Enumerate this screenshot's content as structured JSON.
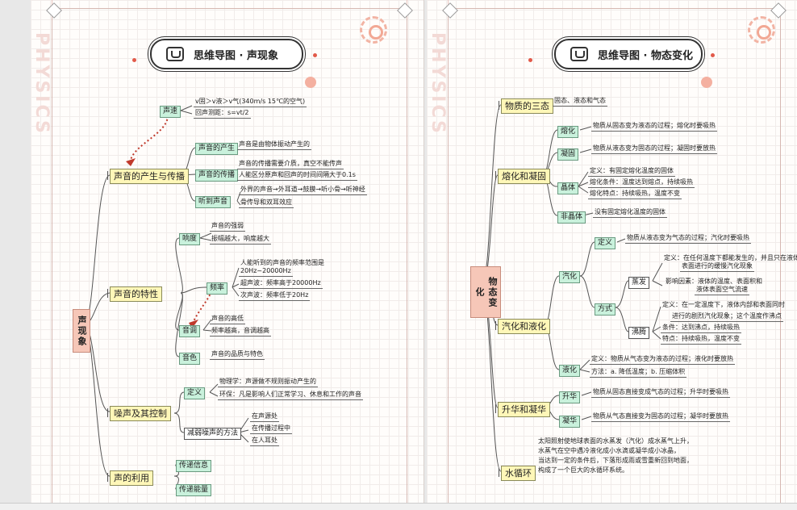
{
  "page1": {
    "watermark": "PHYSICS",
    "title": "思维导图 · 声现象",
    "root": "声现象",
    "branches": {
      "speed": "声速",
      "speed_leaf1": "v固＞v液＞v气(340m/s 15℃的空气)",
      "speed_leaf2": "回声测距：s=vt/2",
      "production_group": "声音的产生与传播",
      "production": "声音的产生",
      "production_leaf": "声音是由物体振动产生的",
      "propagation": "声音的传播",
      "propagation_leaf1": "声音的传播需要介质，真空不能传声",
      "propagation_leaf2": "人能区分原声和回声的时间间隔大于0.1s",
      "hearing": "听到声音",
      "hearing_leaf1": "外界的声音→外耳道→鼓膜→听小骨→听神经",
      "hearing_leaf2": "骨传导和双耳效应",
      "features_group": "声音的特性",
      "loudness": "响度",
      "loudness_leaf1": "声音的强弱",
      "loudness_leaf2": "振幅越大，响度越大",
      "frequency": "频率",
      "frequency_leaf1": "人能听到的声音的频率范围是",
      "frequency_leaf1b": "20Hz~20000Hz",
      "frequency_leaf2": "超声波：频率高于20000Hz",
      "frequency_leaf3": "次声波：频率低于20Hz",
      "pitch": "音调",
      "pitch_leaf1": "声音的高低",
      "pitch_leaf2": "频率越高，音调越高",
      "timbre": "音色",
      "timbre_leaf": "声音的品质与特色",
      "noise_group": "噪声及其控制",
      "definition": "定义",
      "definition_leaf1": "物理学：声源做不规则振动产生的",
      "definition_leaf2": "环保：凡是影响人们正常学习、休息和工作的声音",
      "reduce": "减弱噪声的方法",
      "reduce_leaf1": "在声源处",
      "reduce_leaf2": "在传播过程中",
      "reduce_leaf3": "在人耳处",
      "use_group": "声的利用",
      "use1": "传递信息",
      "use2": "传递能量"
    }
  },
  "page2": {
    "watermark": "PHYSICS",
    "title": "思维导图 · 物态变化",
    "root": "物态变化",
    "three_states": "物质的三态",
    "three_states_leaf": "固态、液态和气态",
    "melt_group": "熔化和凝固",
    "melting": "熔化",
    "melting_leaf": "物质从固态变为液态的过程；熔化时要吸热",
    "solidify": "凝固",
    "solidify_leaf": "物质从液态变为固态的过程；凝固时要放热",
    "crystal": "晶体",
    "crystal_leaf1": "定义：有固定熔化温度的固体",
    "crystal_leaf2": "熔化条件：温度达到熔点，持续吸热",
    "crystal_leaf3": "熔化特点：持续吸热，温度不变",
    "amorphous": "非晶体",
    "amorphous_leaf": "没有固定熔化温度的固体",
    "vapor_group": "汽化和液化",
    "vaporize": "汽化",
    "vaporize_def": "定义",
    "vaporize_def_leaf": "物质从液态变为气态的过程；汽化时要吸热",
    "way": "方式",
    "evaporate": "蒸发",
    "evaporate_leaf1a": "定义：在任何温度下都能发生的，并且只在液体",
    "evaporate_leaf1b": "表面进行的缓慢汽化现象",
    "evaporate_leaf2a": "影响因素：液体的温度、表面积和",
    "evaporate_leaf2b": "液体表面空气流速",
    "boil": "沸腾",
    "boil_leaf1a": "定义：在一定温度下，液体内部和表面同时",
    "boil_leaf1b": "进行的剧烈汽化现象；这个温度作沸点",
    "boil_leaf2": "条件：达到沸点，持续吸热",
    "boil_leaf3": "特点：持续吸热，温度不变",
    "liquefy": "液化",
    "liquefy_leaf1": "定义：物质从气态变为液态的过程；液化时要放热",
    "liquefy_leaf2": "方法：a. 降低温度；b. 压缩体积",
    "sublime_group": "升华和凝华",
    "sublime": "升华",
    "sublime_leaf": "物质从固态直接变成气态的过程；升华时要吸热",
    "deposit": "凝华",
    "deposit_leaf": "物质从气态直接变为固态的过程；凝华时要放热",
    "water_cycle": "水循环",
    "water_cycle_text": [
      "太阳照射使地球表面的水蒸发（汽化）成水蒸气上升，",
      "水蒸气在空中遇冷液化成小水滴或凝华成小冰晶，",
      "当达到一定的条件后，下落形成雨或雪重新回到地面，",
      "构成了一个巨大的水循环系统。"
    ]
  },
  "colors": {
    "root": "#f6c7b8",
    "level1": "#fff7b8",
    "level2": "#c9f1dc",
    "arrow": "#c0392b"
  }
}
